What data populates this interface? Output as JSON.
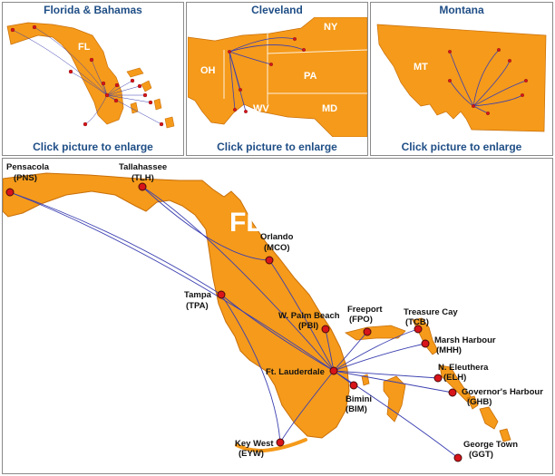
{
  "thumbnails": [
    {
      "title": "Florida & Bahamas",
      "caption": "Click picture to enlarge",
      "state_label": "FL"
    },
    {
      "title": "Cleveland",
      "caption": "Click picture to enlarge",
      "state_labels": {
        "ny": "NY",
        "oh": "OH",
        "pa": "PA",
        "wv": "WV",
        "md": "MD"
      }
    },
    {
      "title": "Montana",
      "caption": "Click picture to enlarge",
      "state_label": "MT"
    }
  ],
  "main_map": {
    "state_label": "FL",
    "hub": "Ft. Lauderdale",
    "airports": [
      {
        "name": "Pensacola",
        "code": "(PNS)"
      },
      {
        "name": "Tallahassee",
        "code": "(TLH)"
      },
      {
        "name": "Orlando",
        "code": "(MCO)"
      },
      {
        "name": "Tampa",
        "code": "(TPA)"
      },
      {
        "name": "W. Palm Beach",
        "code": "(PBI)"
      },
      {
        "name": "Freeport",
        "code": "(FPO)"
      },
      {
        "name": "Treasure Cay",
        "code": "(TCB)"
      },
      {
        "name": "Marsh Harbour",
        "code": "(MHH)"
      },
      {
        "name": "N. Eleuthera",
        "code": "(ELH)"
      },
      {
        "name": "Governor's Harbour",
        "code": "(GHB)"
      },
      {
        "name": "Bimini",
        "code": "(BIM)"
      },
      {
        "name": "Key West",
        "code": "(EYW)"
      },
      {
        "name": "George Town",
        "code": "(GGT)"
      }
    ]
  },
  "colors": {
    "land": "#f59a1a",
    "land_edge": "#c86f0a",
    "route": "#3b3fb0",
    "dot": "#d7141a",
    "title": "#1f4e86"
  }
}
